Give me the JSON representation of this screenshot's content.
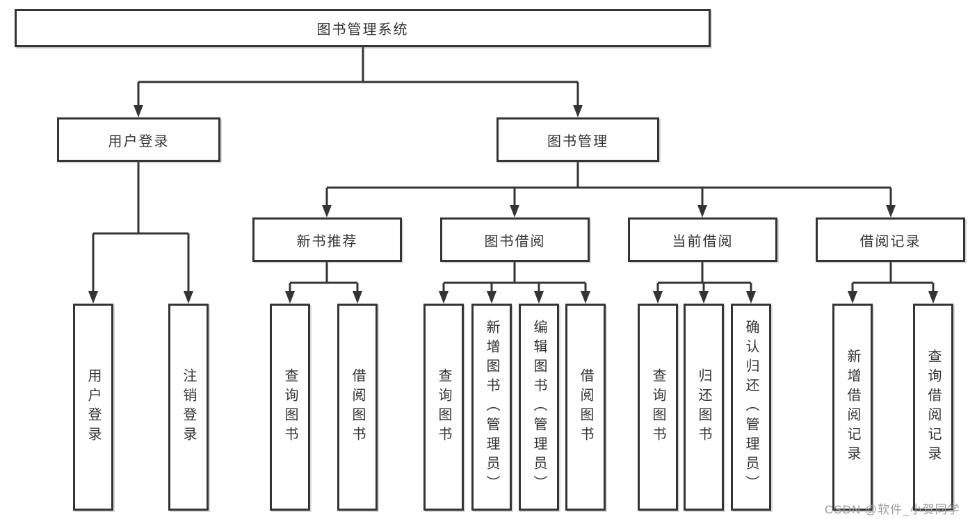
{
  "diagram_title": "图书管理系统",
  "watermark": "CSDN @软件_小贺同学",
  "colors": {
    "line": "#343434",
    "box_border": "#343434",
    "box_fill": "#ffffff",
    "text": "#333333",
    "watermark": "#9d9d9d"
  },
  "nodes": {
    "root": {
      "label": "图书管理系统"
    },
    "user_login": {
      "label": "用户登录"
    },
    "book_mgmt": {
      "label": "图书管理"
    },
    "new_book_rec": {
      "label": "新书推荐"
    },
    "book_borrow": {
      "label": "图书借阅"
    },
    "current_borrow": {
      "label": "当前借阅"
    },
    "borrow_records": {
      "label": "借阅记录"
    },
    "leaf_user_login": {
      "label": "用户登录"
    },
    "leaf_logout": {
      "label": "注销登录"
    },
    "leaf_query_book_1": {
      "label": "查询图书"
    },
    "leaf_borrow_book_1": {
      "label": "借阅图书"
    },
    "leaf_query_book_2": {
      "label": "查询图书"
    },
    "leaf_add_book": {
      "label": "新增图书（管理员）"
    },
    "leaf_edit_book": {
      "label": "编辑图书（管理员）"
    },
    "leaf_borrow_book_2": {
      "label": "借阅图书"
    },
    "leaf_query_book_3": {
      "label": "查询图书"
    },
    "leaf_return_book": {
      "label": "归还图书"
    },
    "leaf_confirm_return": {
      "label": "确认归还（管理员）"
    },
    "leaf_add_record": {
      "label": "新增借阅记录"
    },
    "leaf_query_record": {
      "label": "查询借阅记录"
    }
  },
  "hierarchy": {
    "图书管理系统": {
      "用户登录": [
        "用户登录",
        "注销登录"
      ],
      "图书管理": {
        "新书推荐": [
          "查询图书",
          "借阅图书"
        ],
        "图书借阅": [
          "查询图书",
          "新增图书（管理员）",
          "编辑图书（管理员）",
          "借阅图书"
        ],
        "当前借阅": [
          "查询图书",
          "归还图书",
          "确认归还（管理员）"
        ],
        "借阅记录": [
          "新增借阅记录",
          "查询借阅记录"
        ]
      }
    }
  }
}
